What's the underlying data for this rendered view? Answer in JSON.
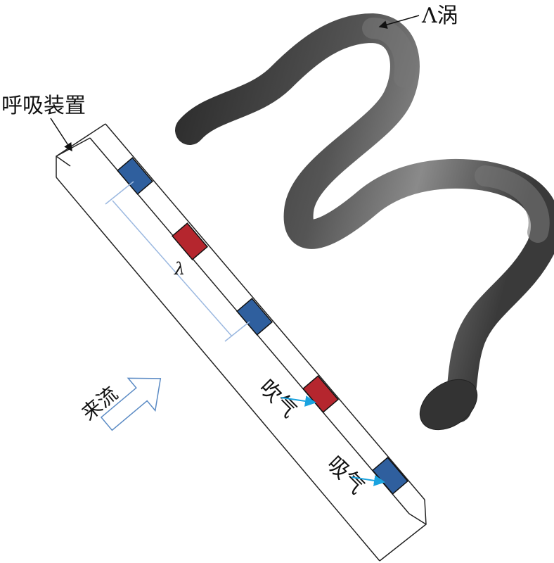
{
  "labels": {
    "vortex": "Λ涡",
    "device": "呼吸装置",
    "inflow": "来流",
    "blowing": "吹气",
    "suction": "吸气",
    "wavelength": "λ"
  },
  "colors": {
    "blowing_patch": "#b5262e",
    "suction_patch": "#2f5f9e",
    "pointer_arrow": "#1aa3e0",
    "bracket": "#9bb8e0",
    "vortex_dark": "#2a2a2a",
    "vortex_light": "#7a7a7a"
  },
  "patches": [
    "suction",
    "blowing",
    "suction",
    "blowing",
    "suction"
  ]
}
